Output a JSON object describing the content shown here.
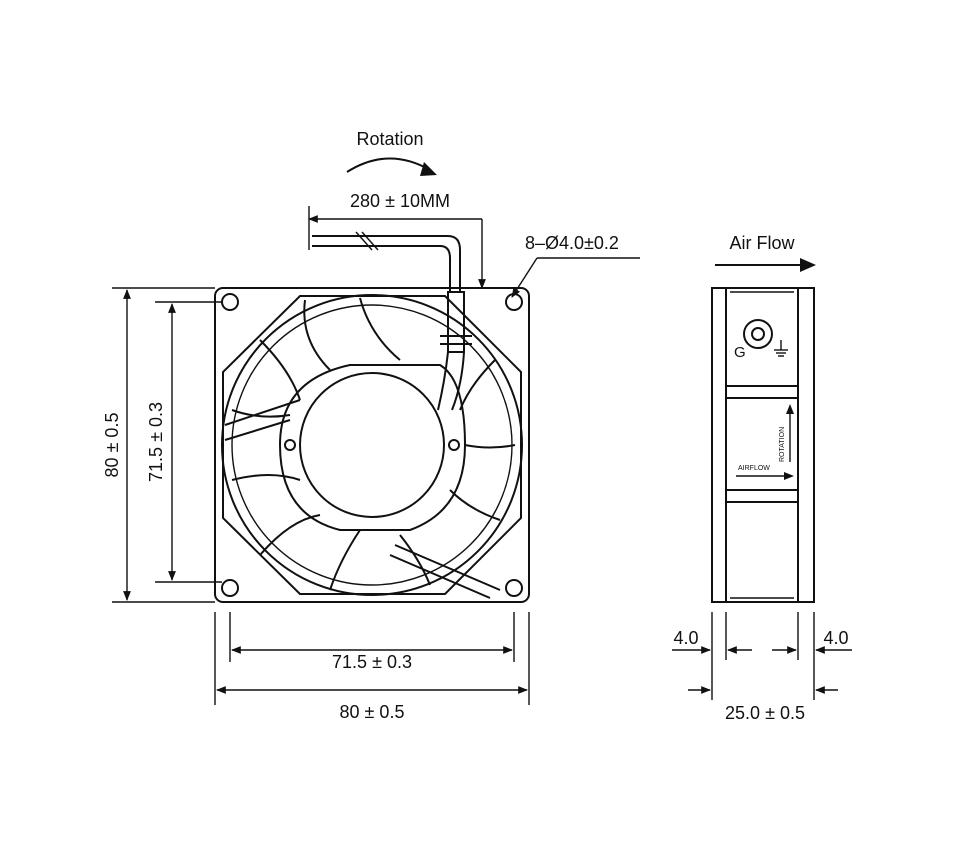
{
  "labels": {
    "rotation": "Rotation",
    "lead_length": "280 ± 10MM",
    "holes": "8–Ø4.0±0.2",
    "airflow_title": "Air Flow",
    "height_outer": "80 ± 0.5",
    "height_inner": "71.5 ± 0.3",
    "width_inner": "71.5 ± 0.3",
    "width_outer": "80 ± 0.5",
    "side_left": "4.0",
    "side_right": "4.0",
    "depth": "25.0 ± 0.5",
    "side_rotation": "ROTATION",
    "side_airflow": "AIRFLOW",
    "ground_mark": "G"
  },
  "colors": {
    "line": "#111111",
    "background": "#ffffff"
  }
}
